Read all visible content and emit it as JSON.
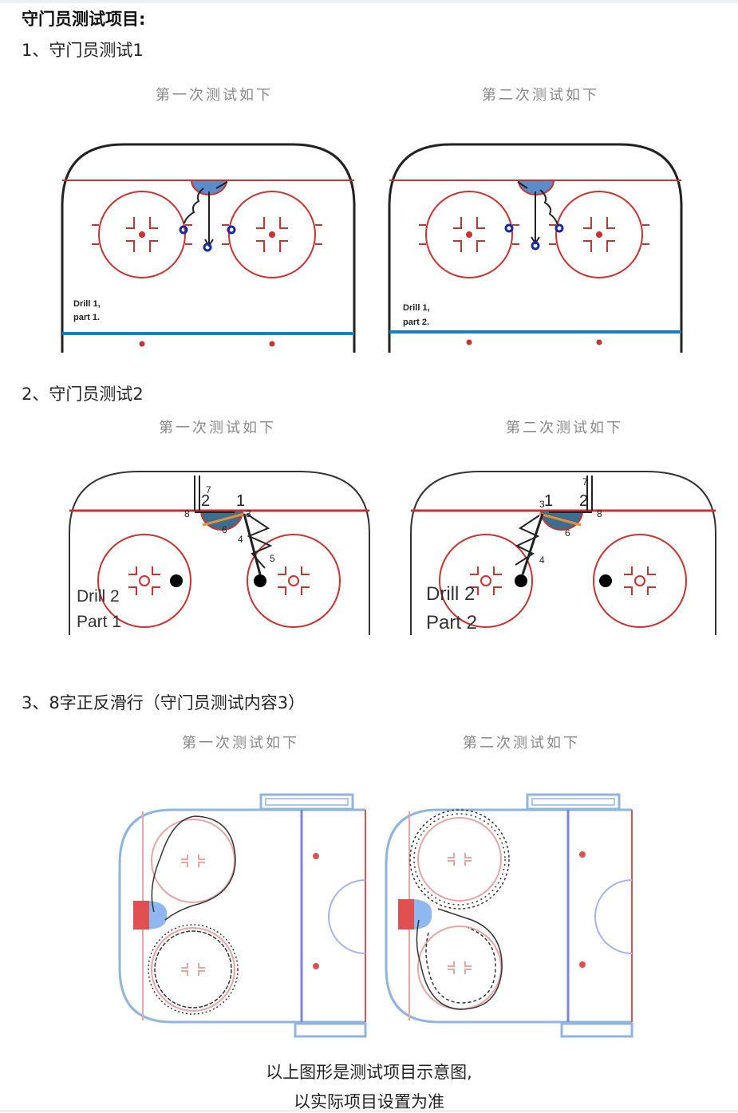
{
  "heading": "守门员测试项目:",
  "sections": [
    {
      "title": "1、守门员测试1",
      "captions": [
        "第一次测试如下",
        "第二次测试如下"
      ],
      "labels": [
        [
          "Drill 1,",
          "part 1."
        ],
        [
          "Drill 1,",
          "part 2."
        ]
      ]
    },
    {
      "title": "2、守门员测试2",
      "captions": [
        "第一次测试如下",
        "第二次测试如下"
      ],
      "labels": [
        [
          "Drill 2",
          "Part 1"
        ],
        [
          "Drill 2",
          "Part 2"
        ]
      ]
    },
    {
      "title": "3、8字正反滑行（守门员测试内容3）",
      "captions": [
        "第一次测试如下",
        "第二次测试如下"
      ]
    }
  ],
  "footer_note": [
    "以上图形是测试项目示意图,",
    "以实际项目设置为准"
  ],
  "colors": {
    "rink_red": "#c8322f",
    "blue_line": "#1a7fbf",
    "crease_blue": "#5b8bc8",
    "rink_outline": "#8fb5de"
  }
}
